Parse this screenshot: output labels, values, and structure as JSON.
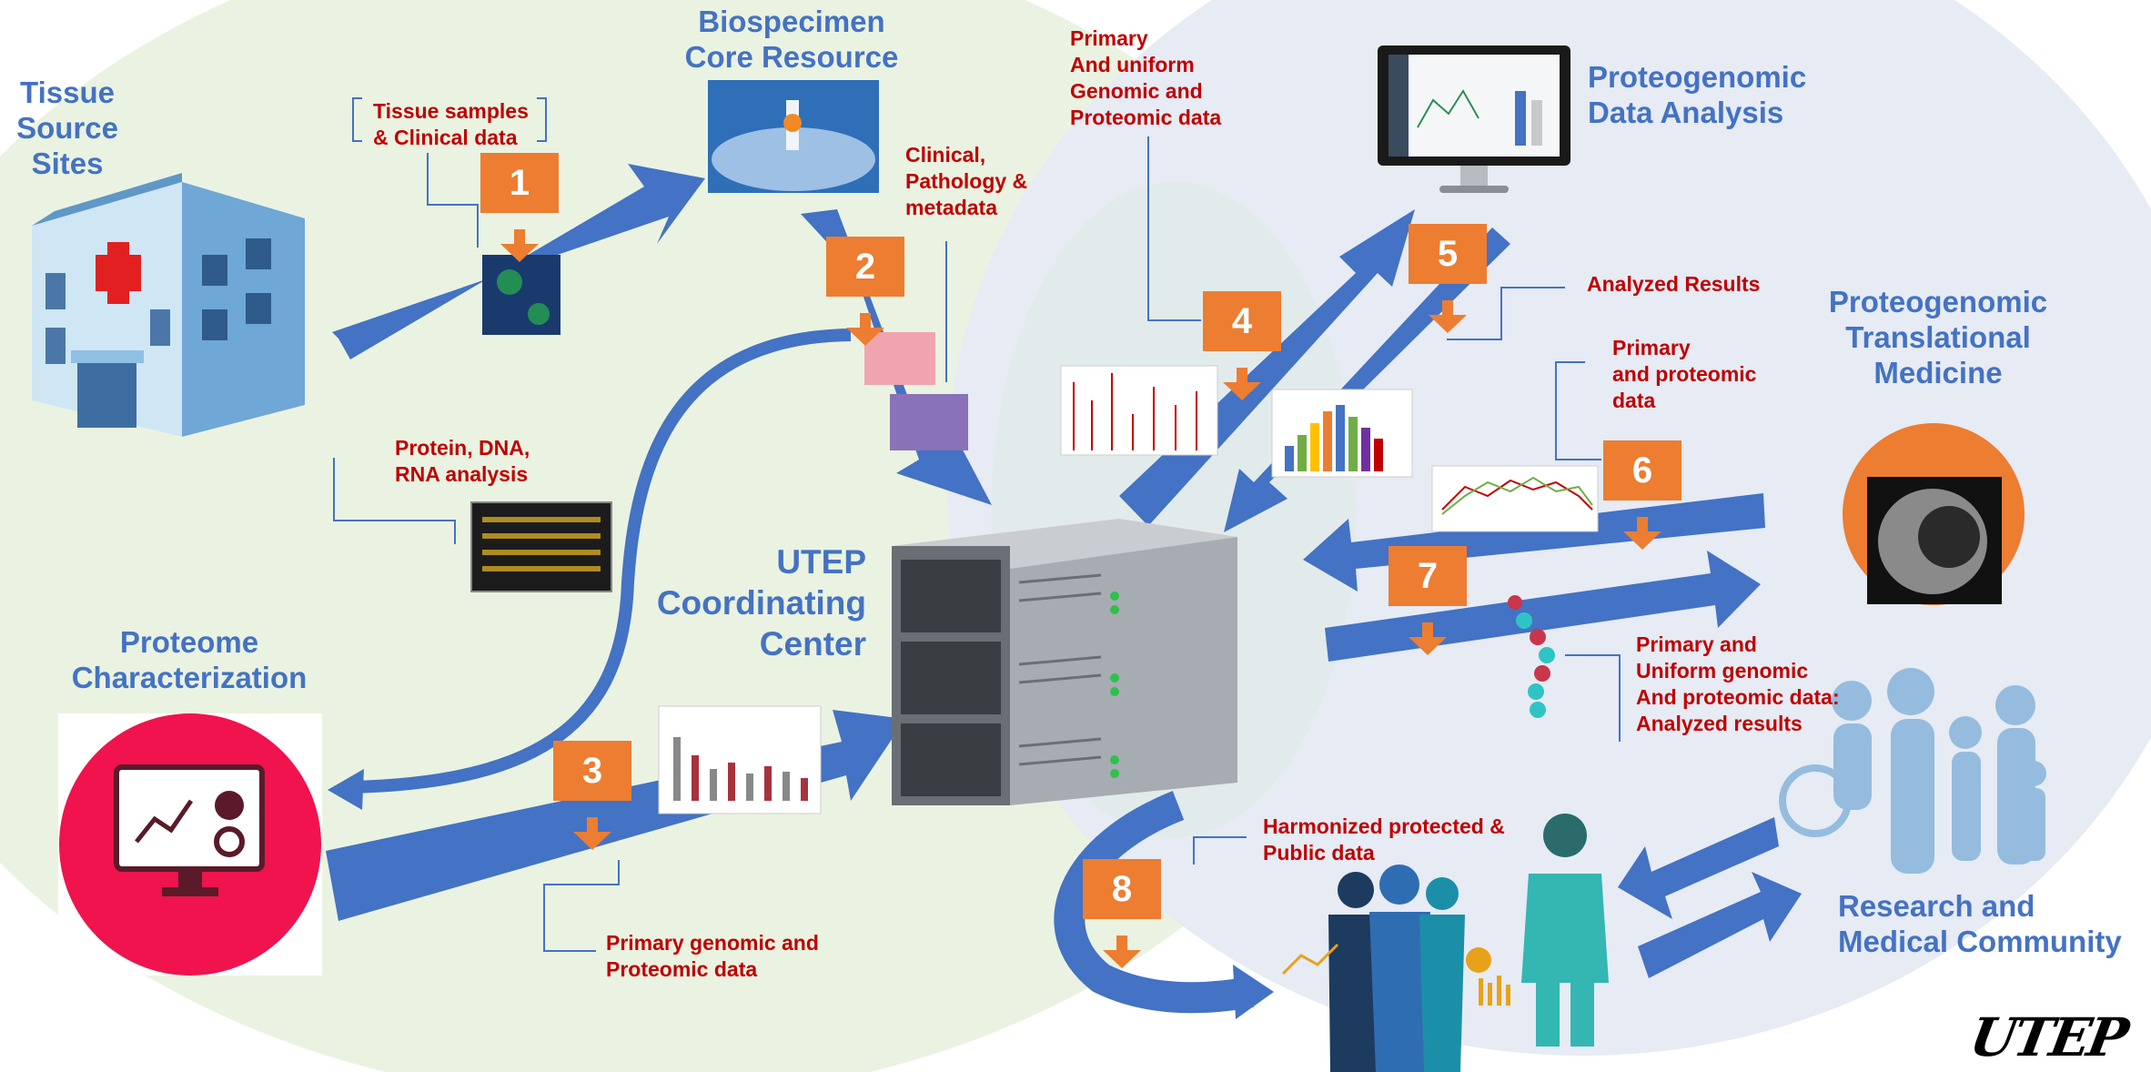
{
  "nodes": {
    "tissue_sites": "Tissue\nSource\nSites",
    "biospecimen": "Biospecimen\nCore Resource",
    "data_analysis": "Proteogenomic\nData Analysis",
    "translational": "Proteogenomic\nTranslational\nMedicine",
    "coordinating": "UTEP\nCoordinating\nCenter",
    "proteome": "Proteome\nCharacterization",
    "research": "Research and\nMedical Community"
  },
  "annotations": {
    "tissue_samples": "Tissue samples\n& Clinical data",
    "clinical_pathology": "Clinical,\nPathology &\nmetadata",
    "primary_uniform": "Primary\nAnd uniform\nGenomic and\nProteomic data",
    "analyzed_results": "Analyzed Results",
    "primary_proteomic": "Primary\nand proteomic\ndata",
    "protein_dna_rna": "Protein, DNA,\nRNA analysis",
    "primary_uniform_analyzed": "Primary and\nUniform genomic\nAnd proteomic data:\nAnalyzed results",
    "harmonized": "Harmonized protected &\nPublic data",
    "primary_genomic": "Primary genomic and\nProteomic data"
  },
  "steps": [
    "1",
    "2",
    "3",
    "4",
    "5",
    "6",
    "7",
    "8"
  ],
  "logo_text": "UTEP",
  "colors": {
    "arrow_blue": "#4472c4",
    "label_blue": "#4472c4",
    "label_red": "#c00000",
    "badge_orange": "#ed7d31",
    "green_region": "#eaf3e3",
    "blue_region": "#e6ebf4"
  }
}
